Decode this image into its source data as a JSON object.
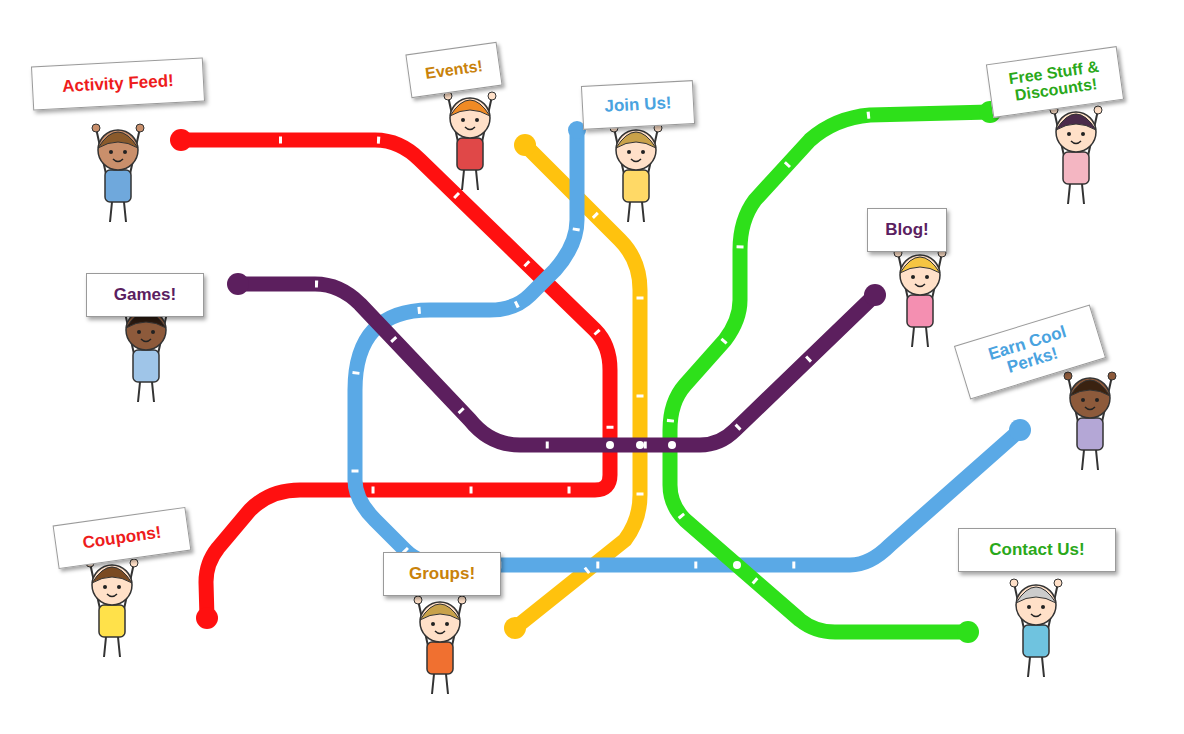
{
  "diagram": {
    "nodes": [
      {
        "text": [
          "Activity Feed!"
        ]
      },
      {
        "text": [
          "Events!"
        ]
      },
      {
        "text": [
          "Join Us!"
        ]
      },
      {
        "text": [
          "Free Stuff & Discounts!"
        ]
      },
      {
        "text": [
          "Blog!"
        ]
      },
      {
        "text": [
          "Games!"
        ]
      },
      {
        "text": [
          "Earn Cool Perks!"
        ]
      },
      {
        "text": [
          "Contact Us!"
        ]
      },
      {
        "text": [
          "Coupons!"
        ]
      },
      {
        "text": [
          "Groups!"
        ]
      }
    ]
  }
}
